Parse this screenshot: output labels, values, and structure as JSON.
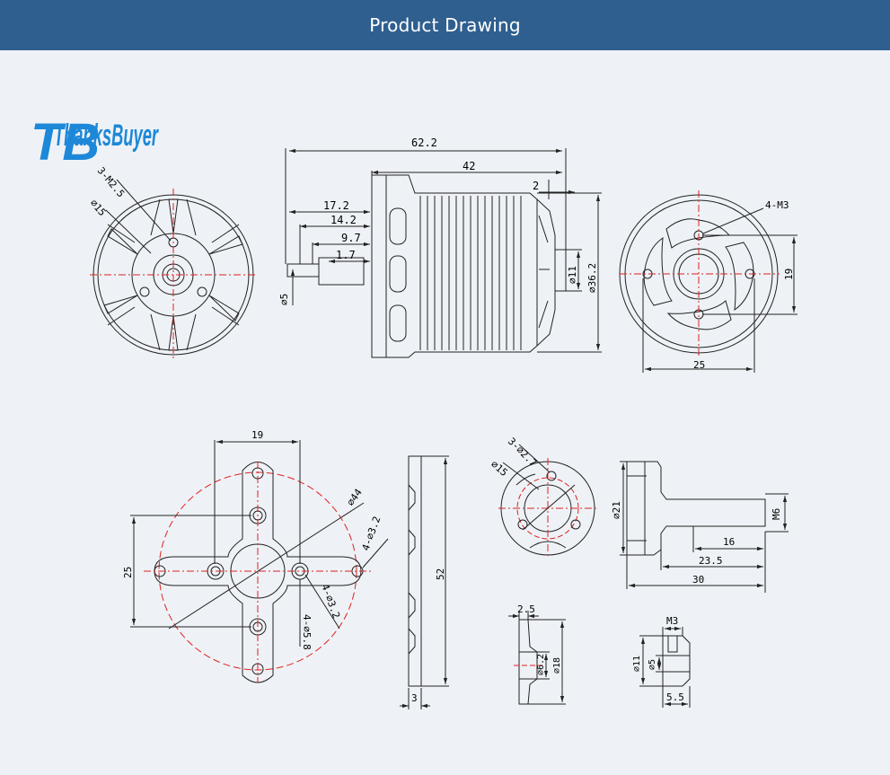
{
  "header": {
    "title": "Product Drawing"
  },
  "logo": {
    "text": "ThanksBuyer",
    "mark": "TB"
  },
  "colors": {
    "header_bg": "#2f5f8f",
    "page_bg": "#eef2f6",
    "line": "#222222",
    "center_line": "#e02020"
  },
  "dims": {
    "front": {
      "holes": "3-M2.5",
      "pcd": "⌀15"
    },
    "side": {
      "total": "62.2",
      "body": "42",
      "flange": "2",
      "shaft_a": "17.2",
      "shaft_b": "14.2",
      "shaft_c": "9.7",
      "shaft_d": "1.7",
      "shaft_dia": "⌀5",
      "boss_dia": "⌀11",
      "body_dia": "⌀36.2"
    },
    "rear": {
      "holes": "4-M3",
      "spacing_v": "19",
      "spacing_h": "25"
    },
    "mount": {
      "width": "19",
      "height": "25",
      "circle": "⌀44",
      "outer_holes": "4-⌀3.2",
      "inner_holes": "4-⌀3.2",
      "slot": "4-⌀5.8"
    },
    "plate": {
      "length": "52",
      "thickness": "3"
    },
    "adapter": {
      "holes": "3-⌀2.7",
      "pcd": "⌀15"
    },
    "shaft": {
      "head_dia": "⌀21",
      "thread": "M6",
      "len_a": "16",
      "len_b": "23.5",
      "len_c": "30"
    },
    "washer": {
      "thickness": "2.5",
      "inner": "⌀6.2",
      "outer": "⌀18"
    },
    "nut": {
      "thread": "M3",
      "outer": "⌀11",
      "inner": "⌀5",
      "length": "5.5"
    }
  }
}
